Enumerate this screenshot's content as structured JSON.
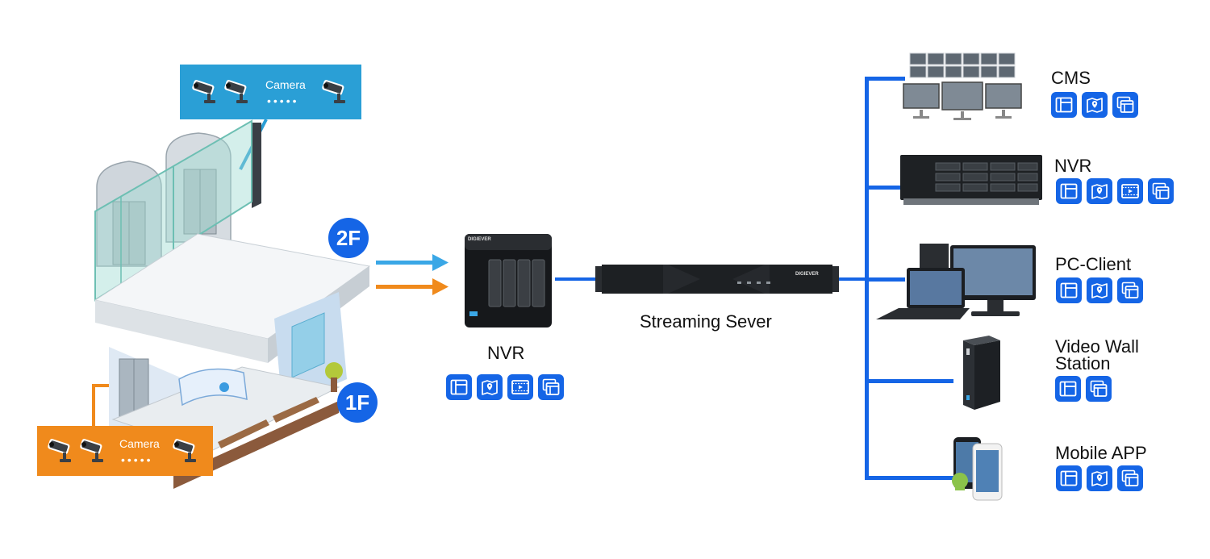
{
  "camera_group_top": {
    "label": "Camera",
    "dots": "•••••",
    "color": "#2a9fd6"
  },
  "camera_group_bottom": {
    "label": "Camera",
    "dots": "•••••",
    "color": "#f08a1c"
  },
  "floors": {
    "upper": "2F",
    "lower": "1F"
  },
  "center": {
    "nvr_label": "NVR",
    "nvr_icons": [
      "layout-icon",
      "map-icon",
      "playback-icon",
      "multiwindow-icon"
    ],
    "streaming_label": "Streaming Sever",
    "nvr_brand": "DIGIEVER",
    "server_brand": "DIGIEVER"
  },
  "arrows": {
    "top_color": "#3aa7e6",
    "bottom_color": "#f08a1c"
  },
  "clients": [
    {
      "name": "CMS",
      "icons": [
        "layout-icon",
        "map-icon",
        "multiwindow-icon"
      ]
    },
    {
      "name": "NVR",
      "icons": [
        "layout-icon",
        "map-icon",
        "playback-icon",
        "multiwindow-icon"
      ]
    },
    {
      "name": "PC-Client",
      "icons": [
        "layout-icon",
        "map-icon",
        "multiwindow-icon"
      ]
    },
    {
      "name_line1": "Video Wall",
      "name_line2": "Station",
      "icons": [
        "layout-icon",
        "multiwindow-icon"
      ]
    },
    {
      "name": "Mobile APP",
      "icons": [
        "layout-icon",
        "map-icon",
        "multiwindow-icon"
      ]
    }
  ],
  "colors": {
    "accent": "#1565e6",
    "line": "#1565e6"
  }
}
